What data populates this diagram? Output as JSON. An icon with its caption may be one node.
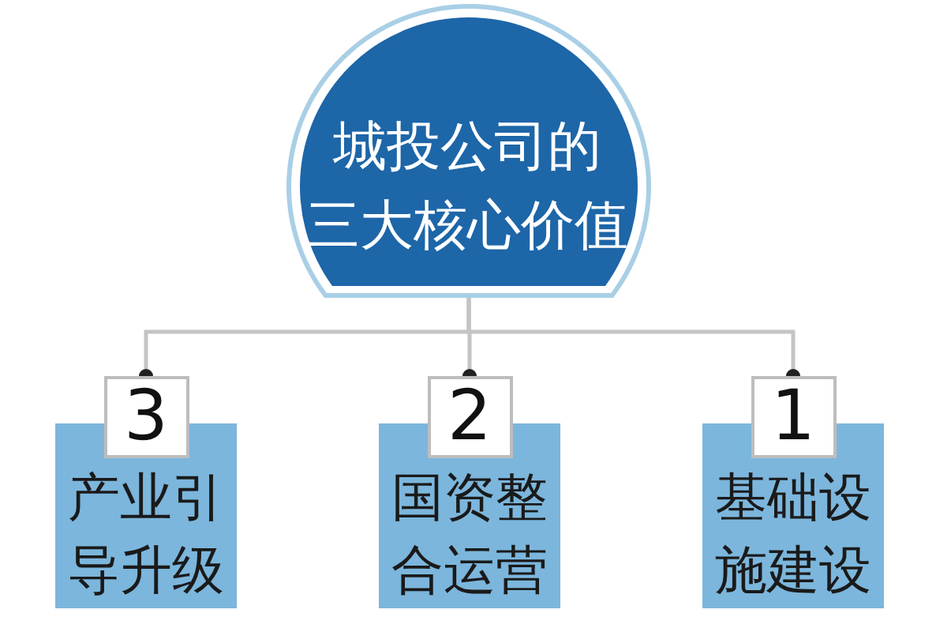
{
  "diagram": {
    "nodes": [
      {
        "text": [
          "城投公司的三大核心价值"
        ]
      },
      {
        "text": [
          "3",
          "产业引导升级"
        ]
      },
      {
        "text": [
          "2",
          "国资整合运营"
        ]
      },
      {
        "text": [
          "1",
          "基础设施建设"
        ]
      }
    ],
    "edges": [
      {
        "from": 0,
        "to": 1,
        "arrow": "other"
      },
      {
        "from": 0,
        "to": 2,
        "arrow": "other"
      },
      {
        "from": 0,
        "to": 3,
        "arrow": "other"
      }
    ]
  }
}
